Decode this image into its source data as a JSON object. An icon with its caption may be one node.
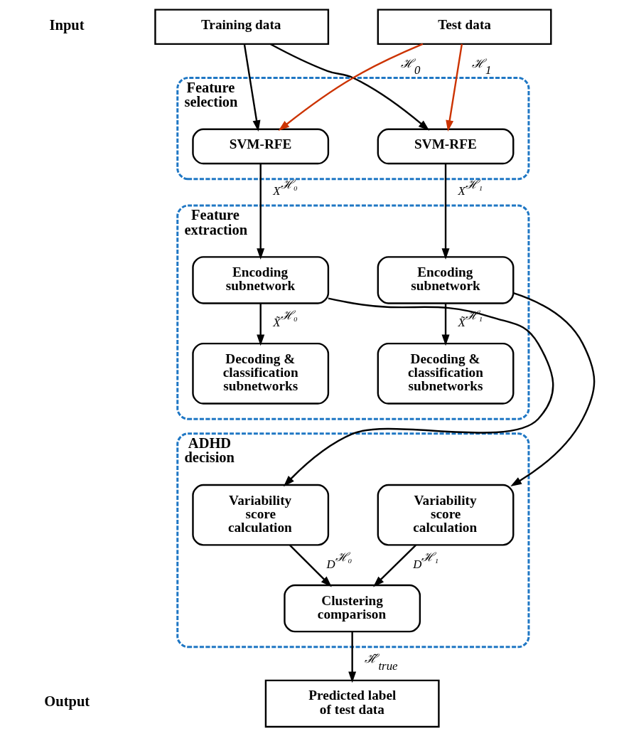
{
  "diagram": {
    "nodes": [
      {
        "text": [
          "Training data"
        ]
      },
      {
        "text": [
          "Test data"
        ]
      },
      {
        "text": [
          "Feature selection"
        ]
      },
      {
        "text": [
          "SVM-RFE"
        ],
        "in": 2
      },
      {
        "text": [
          "SVM-RFE"
        ],
        "in": 2
      },
      {
        "text": [
          "Feature extraction"
        ]
      },
      {
        "text": [
          "Encoding subnetwork"
        ],
        "in": 5
      },
      {
        "text": [
          "Encoding subnetwork"
        ],
        "in": 5
      },
      {
        "text": [
          "Decoding & classification subnetworks"
        ],
        "in": 5
      },
      {
        "text": [
          "Decoding & classification subnetworks"
        ],
        "in": 5
      },
      {
        "text": [
          "ADHD decision"
        ]
      },
      {
        "text": [
          "Variability score calculation"
        ],
        "in": 10
      },
      {
        "text": [
          "Variability score calculation"
        ],
        "in": 10
      },
      {
        "text": [
          "Clustering comparison"
        ],
        "in": 10
      },
      {
        "text": [
          "Predicted label of test data"
        ]
      }
    ],
    "edges": [
      {
        "from": 0,
        "to": 3,
        "arrow": "to"
      },
      {
        "from": 0,
        "to": 4,
        "arrow": "to"
      },
      {
        "from": 1,
        "to": 3,
        "arrow": "to",
        "label": "ℋ$_{0}$",
        "color": "#cc3300"
      },
      {
        "from": 1,
        "to": 4,
        "arrow": "to",
        "label": "ℋ$_{1}$",
        "color": "#cc3300"
      },
      {
        "from": 3,
        "to": 6,
        "arrow": "to",
        "label": "X$^{ℋ₀}$"
      },
      {
        "from": 4,
        "to": 7,
        "arrow": "to",
        "label": "X$^{ℋ₁}$"
      },
      {
        "from": 6,
        "to": 8,
        "arrow": "to",
        "label": "X̃$^{ℋ₀}$"
      },
      {
        "from": 6,
        "to": 11,
        "arrow": "to"
      },
      {
        "from": 7,
        "to": 9,
        "arrow": "to",
        "label": "X̃$^{ℋ₁}$"
      },
      {
        "from": 7,
        "to": 12,
        "arrow": "to"
      },
      {
        "from": 11,
        "to": 13,
        "arrow": "to",
        "label": "D$^{ℋ₀}$"
      },
      {
        "from": 12,
        "to": 13,
        "arrow": "to",
        "label": "D$^{ℋ₁}$"
      },
      {
        "from": 13,
        "to": 14,
        "arrow": "to",
        "label": "ℋ̃$_{true}$"
      }
    ],
    "labels": [
      "Input",
      "Output"
    ]
  }
}
